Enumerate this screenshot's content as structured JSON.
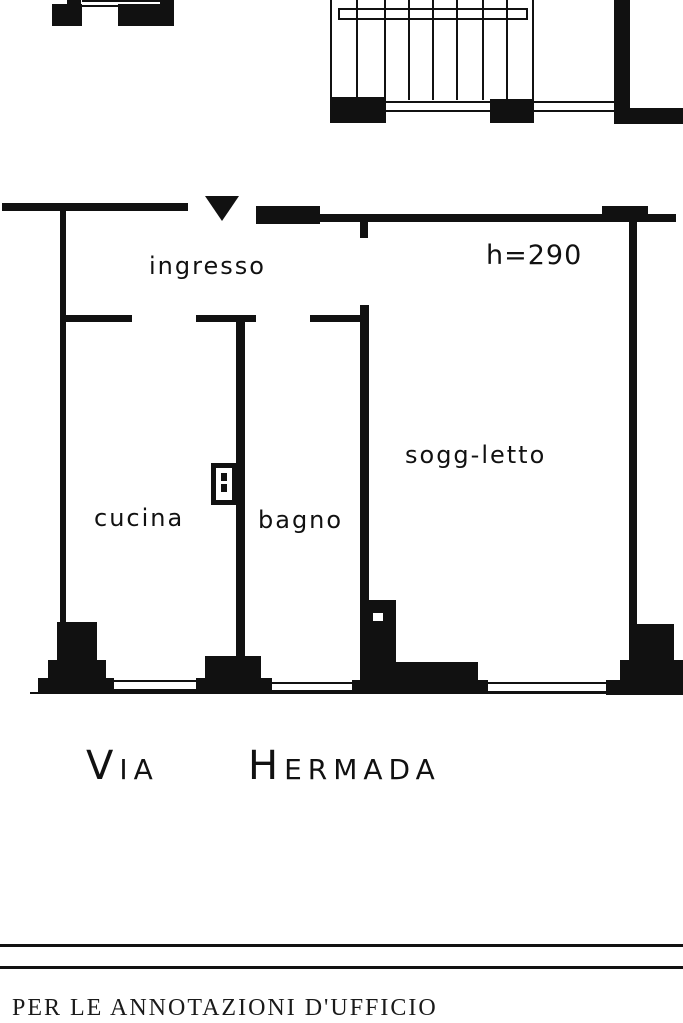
{
  "plan": {
    "entrance_marker": "entrance-arrow",
    "ceiling_height": "h=290",
    "rooms": [
      {
        "id": "ingresso",
        "label": "ingresso"
      },
      {
        "id": "cucina",
        "label": "cucina"
      },
      {
        "id": "bagno",
        "label": "bagno"
      },
      {
        "id": "sogg-letto",
        "label": "sogg-letto"
      }
    ],
    "street": {
      "word1_initial": "V",
      "word1_rest": "IA",
      "word2_initial": "H",
      "word2_rest": "ERMADA",
      "full": "VIA HERMADA"
    }
  },
  "footer": {
    "office_notes_label": "PER LE ANNOTAZIONI D'UFFICIO"
  },
  "colors": {
    "ink": "#111111",
    "paper": "#ffffff"
  }
}
